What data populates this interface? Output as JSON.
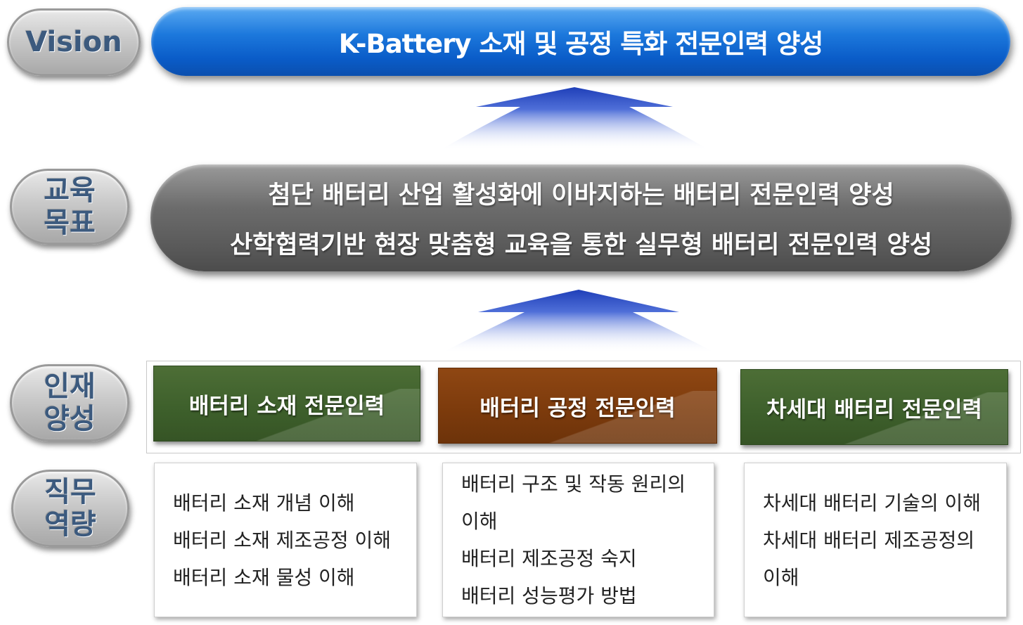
{
  "labels": {
    "vision": "Vision",
    "goal_line1": "교육",
    "goal_line2": "목표",
    "talent_line1": "인재",
    "talent_line2": "양성",
    "duty_line1": "직무",
    "duty_line2": "역량"
  },
  "vision": {
    "text": "K-Battery 소재 및 공정 특화 전문인력 양성",
    "color": "#0a5cc8"
  },
  "goals": [
    "첨단 배터리 산업 활성화에 이바지하는 배터리 전문인력 양성",
    "산학협력기반 현장 맞춤형 교육을 통한 실무형 배터리 전문인력 양성"
  ],
  "talents": [
    {
      "label": "배터리 소재 전문인력",
      "color": "#3d5f2b"
    },
    {
      "label": "배터리 공정 전문인력",
      "color": "#7b3a0c"
    },
    {
      "label": "차세대 배터리 전문인력",
      "color": "#3d5f2b"
    }
  ],
  "duties": [
    {
      "lines": [
        "배터리 소재 개념 이해",
        "배터리 소재 제조공정 이해",
        "배터리 소재 물성 이해"
      ]
    },
    {
      "lines": [
        "배터리 구조 및 작동 원리의",
        "이해",
        "배터리 제조공정 숙지",
        "배터리 성능평가 방법"
      ]
    },
    {
      "lines": [
        "차세대 배터리 기술의 이해",
        "차세대  배터리  제조공정의",
        "이해"
      ]
    }
  ],
  "icons": [
    "up-arrow-icon",
    "up-arrow-icon"
  ]
}
